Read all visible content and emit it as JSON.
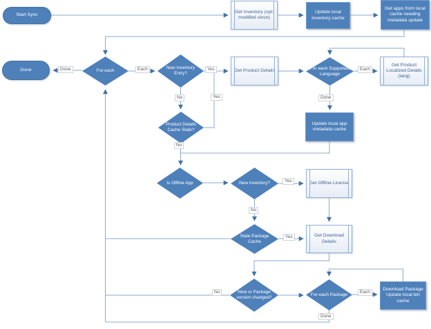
{
  "nodes": {
    "start_sync": {
      "label": "Start Sync"
    },
    "get_inventory": {
      "label": "Get Inventory (opt: modified since)"
    },
    "update_local_inventory_cache": {
      "label": "Update local inventory cache"
    },
    "get_apps_needing_update": {
      "label": "Get apps from local cache needing metadata update"
    },
    "done": {
      "label": "Done"
    },
    "for_each": {
      "label": "For-each"
    },
    "new_inventory_entry": {
      "label": "New Inventory Entry?"
    },
    "get_product_details": {
      "label": "Get Product Details"
    },
    "for_each_supported_language": {
      "label": "For each Supported Language"
    },
    "get_product_localized_details": {
      "label": "Get Product Localized Details (lang)"
    },
    "update_local_app_metadata_cache": {
      "label": "Update local app metadata cache"
    },
    "product_details_cache_stale": {
      "label": "Product Details Cache Stale?"
    },
    "is_offline_app": {
      "label": "Is Offline App"
    },
    "new_inventory": {
      "label": "New inventory?"
    },
    "get_offline_license": {
      "label": "Get Offline License"
    },
    "stale_package_cache": {
      "label": "Stale Package Cache"
    },
    "get_download_details": {
      "label": "Get Download Details"
    },
    "new_or_package_version_changed": {
      "label": "New or Package version changed?"
    },
    "for_each_package": {
      "label": "For-each Package"
    },
    "download_package": {
      "label": "Download Package Update local bin cache"
    }
  },
  "edge_labels": {
    "foreach_done": "Done",
    "foreach_each": "Each",
    "nie_yes": "Yes",
    "nie_no": "No",
    "pdcs_yes": "Yes",
    "pdcs_no": "No",
    "fesl_done": "Done",
    "fesl_each": "Each",
    "ni_yes": "Yes",
    "ni_no": "No",
    "spc_yes": "Yes",
    "npvc_no": "No",
    "fep_each": "Each",
    "fep_done": "Done"
  },
  "colors": {
    "shape_fill": "#4e80ba",
    "shape_border": "#41719c",
    "connector": "#8aa9cd",
    "arrowhead": "#4173a3",
    "subprocess_border": "#8fafd4",
    "subprocess_text": "#3f618f",
    "label_text": "#595959"
  }
}
